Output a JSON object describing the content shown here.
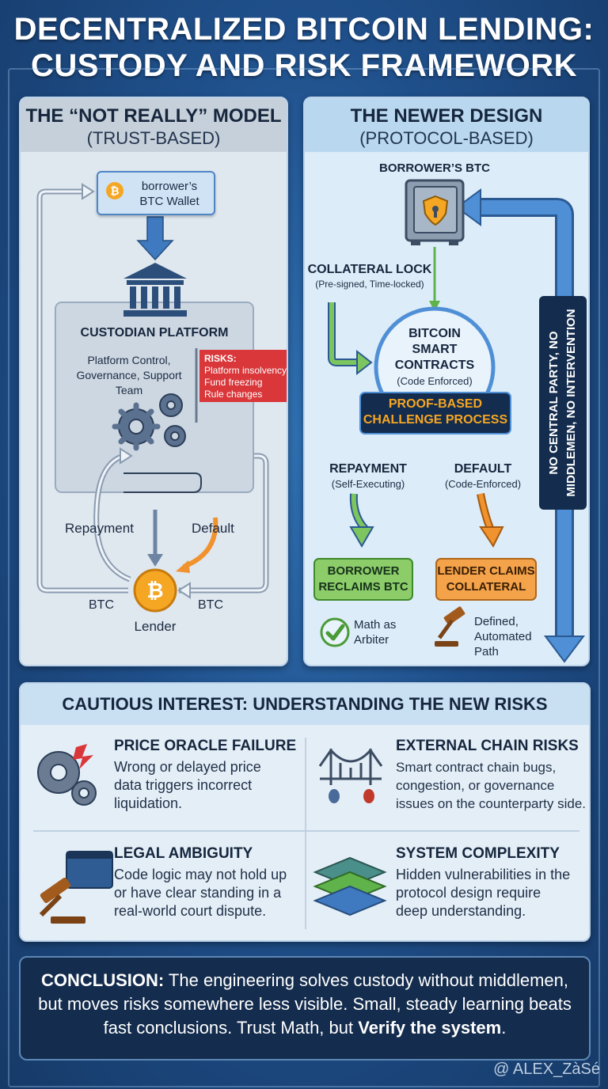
{
  "title": {
    "line1": "DECENTRALIZED BITCOIN LENDING:",
    "line2": "CUSTODY AND RISK FRAMEWORK"
  },
  "left_panel": {
    "heading": "THE “NOT REALLY” MODEL",
    "subheading": "(TRUST-BASED)",
    "wallet_line1": "borrower’s",
    "wallet_line2": "BTC Wallet",
    "custodian_label": "CUSTODIAN PLATFORM",
    "control_line1": "Platform Control,",
    "control_line2": "Governance, Support",
    "control_line3": "Team",
    "risks_title": "RISKS:",
    "risk1": "Platform insolvency",
    "risk2": "Fund freezing",
    "risk3": "Rule changes",
    "repayment_label": "Repayment",
    "default_label": "Default",
    "btc_left": "BTC",
    "btc_right": "BTC",
    "lender_label": "Lender",
    "bitcoin_symbol": "₿"
  },
  "right_panel": {
    "heading": "THE NEWER DESIGN",
    "subheading": "(PROTOCOL-BASED)",
    "borrower_btc": "BORROWER’S BTC",
    "collateral_lock": "COLLATERAL LOCK",
    "collateral_sub": "(Pre-signed, Time-locked)",
    "contract_line1": "BITCOIN",
    "contract_line2": "SMART",
    "contract_line3": "CONTRACTS",
    "contract_sub": "(Code Enforced)",
    "proof_line1": "PROOF-BASED",
    "proof_line2": "CHALLENGE PROCESS",
    "repayment_title": "REPAYMENT",
    "repayment_sub": "(Self-Executing)",
    "default_title": "DEFAULT",
    "default_sub": "(Code-Enforced)",
    "reclaim_line1": "BORROWER",
    "reclaim_line2": "RECLAIMS BTC",
    "claims_line1": "LENDER CLAIMS",
    "claims_line2": "COLLATERAL",
    "math_line1": "Math as",
    "math_line2": "Arbiter",
    "path_line1": "Defined,",
    "path_line2": "Automated",
    "path_line3": "Path",
    "vertical_line1": "NO CENTRAL PARTY, NO",
    "vertical_line2": "MIDDLEMEN, NO INTERVENTION"
  },
  "risks_section": {
    "heading": "CAUTIOUS INTEREST: UNDERSTANDING THE NEW RISKS",
    "items": [
      {
        "title": "PRICE ORACLE FAILURE",
        "line1": "Wrong or delayed price",
        "line2": "data triggers incorrect",
        "line3": "liquidation."
      },
      {
        "title": "EXTERNAL CHAIN RISKS",
        "line1": "Smart contract chain bugs,",
        "line2": "congestion, or governance",
        "line3": "issues on the counterparty side."
      },
      {
        "title": "LEGAL AMBIGUITY",
        "line1": "Code logic may not hold up",
        "line2": "or have clear standing in a",
        "line3": "real-world court dispute."
      },
      {
        "title": "SYSTEM COMPLEXITY",
        "line1": "Hidden vulnerabilities in the",
        "line2": "protocol design require",
        "line3": "deep understanding."
      }
    ]
  },
  "conclusion": {
    "label": "CONCLUSION:",
    "text1": " The engineering solves custody without middlemen, but moves risks somewhere less visible. Small, steady learning beats fast conclusions. Trust Math, but ",
    "emphasis": "Verify the system",
    "text2": "."
  },
  "watermark": "@ ALEX_ZàSé",
  "colors": {
    "navy": "#142c4d",
    "blue_arrow": "#3f79bf",
    "green": "#5fb34a",
    "orange": "#f0922e",
    "red_flag": "#d9373a"
  }
}
